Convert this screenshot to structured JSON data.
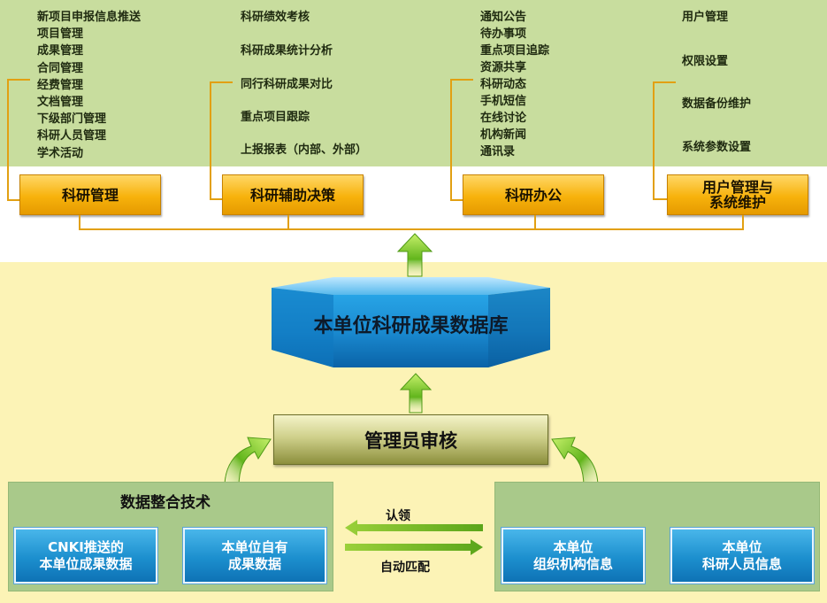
{
  "modules": [
    {
      "title": "科研管理",
      "items": [
        "新项目申报信息推送",
        "项目管理",
        "成果管理",
        "合同管理",
        "经费管理",
        "文档管理",
        "下级部门管理",
        "科研人员管理",
        "学术活动"
      ]
    },
    {
      "title": "科研辅助决策",
      "items": [
        "科研绩效考核",
        "科研成果统计分析",
        "同行科研成果对比",
        "重点项目跟踪",
        "上报报表（内部、外部）"
      ]
    },
    {
      "title": "科研办公",
      "items": [
        "通知公告",
        "待办事项",
        "重点项目追踪",
        "资源共享",
        "科研动态",
        "手机短信",
        "在线讨论",
        "机构新闻",
        "通讯录"
      ]
    },
    {
      "title_line1": "用户管理与",
      "title_line2": "系统维护",
      "items": [
        "用户管理",
        "权限设置",
        "数据备份维护",
        "系统参数设置"
      ]
    }
  ],
  "database": {
    "label": "本单位科研成果数据库"
  },
  "review": {
    "label": "管理员审核"
  },
  "integration": {
    "title": "数据整合技术",
    "box1_line1": "CNKI推送的",
    "box1_line2": "本单位成果数据",
    "box2_line1": "本单位自有",
    "box2_line2": "成果数据"
  },
  "matching": {
    "claim_label": "认领",
    "auto_label": "自动匹配"
  },
  "org": {
    "box1_line1": "本单位",
    "box1_line2": "组织机构信息",
    "box2_line1": "本单位",
    "box2_line2": "科研人员信息"
  }
}
